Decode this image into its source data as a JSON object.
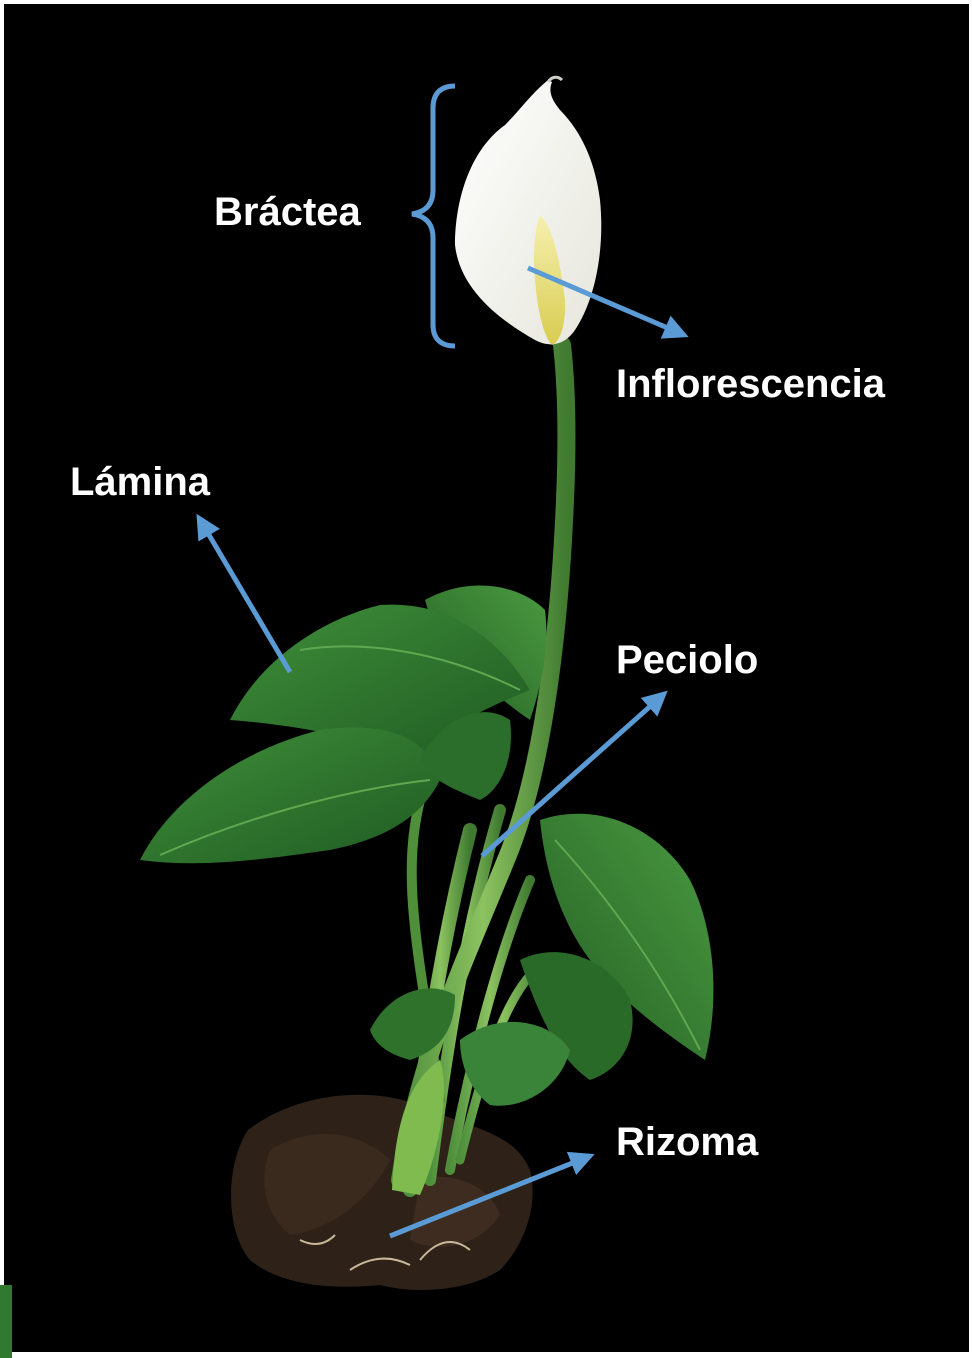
{
  "labels": {
    "bractea": "Bráctea",
    "inflorescencia": "Inflorescencia",
    "lamina": "Lámina",
    "peciolo": "Peciolo",
    "rizoma": "Rizoma"
  },
  "colors": {
    "background": "#000000",
    "arrow": "#5b9bd5",
    "label_text": "#ffffff",
    "leaf": "#2f7a2f",
    "spathe": "#f7f7f2",
    "spadix": "#e8e070",
    "soil": "#2e2118"
  }
}
